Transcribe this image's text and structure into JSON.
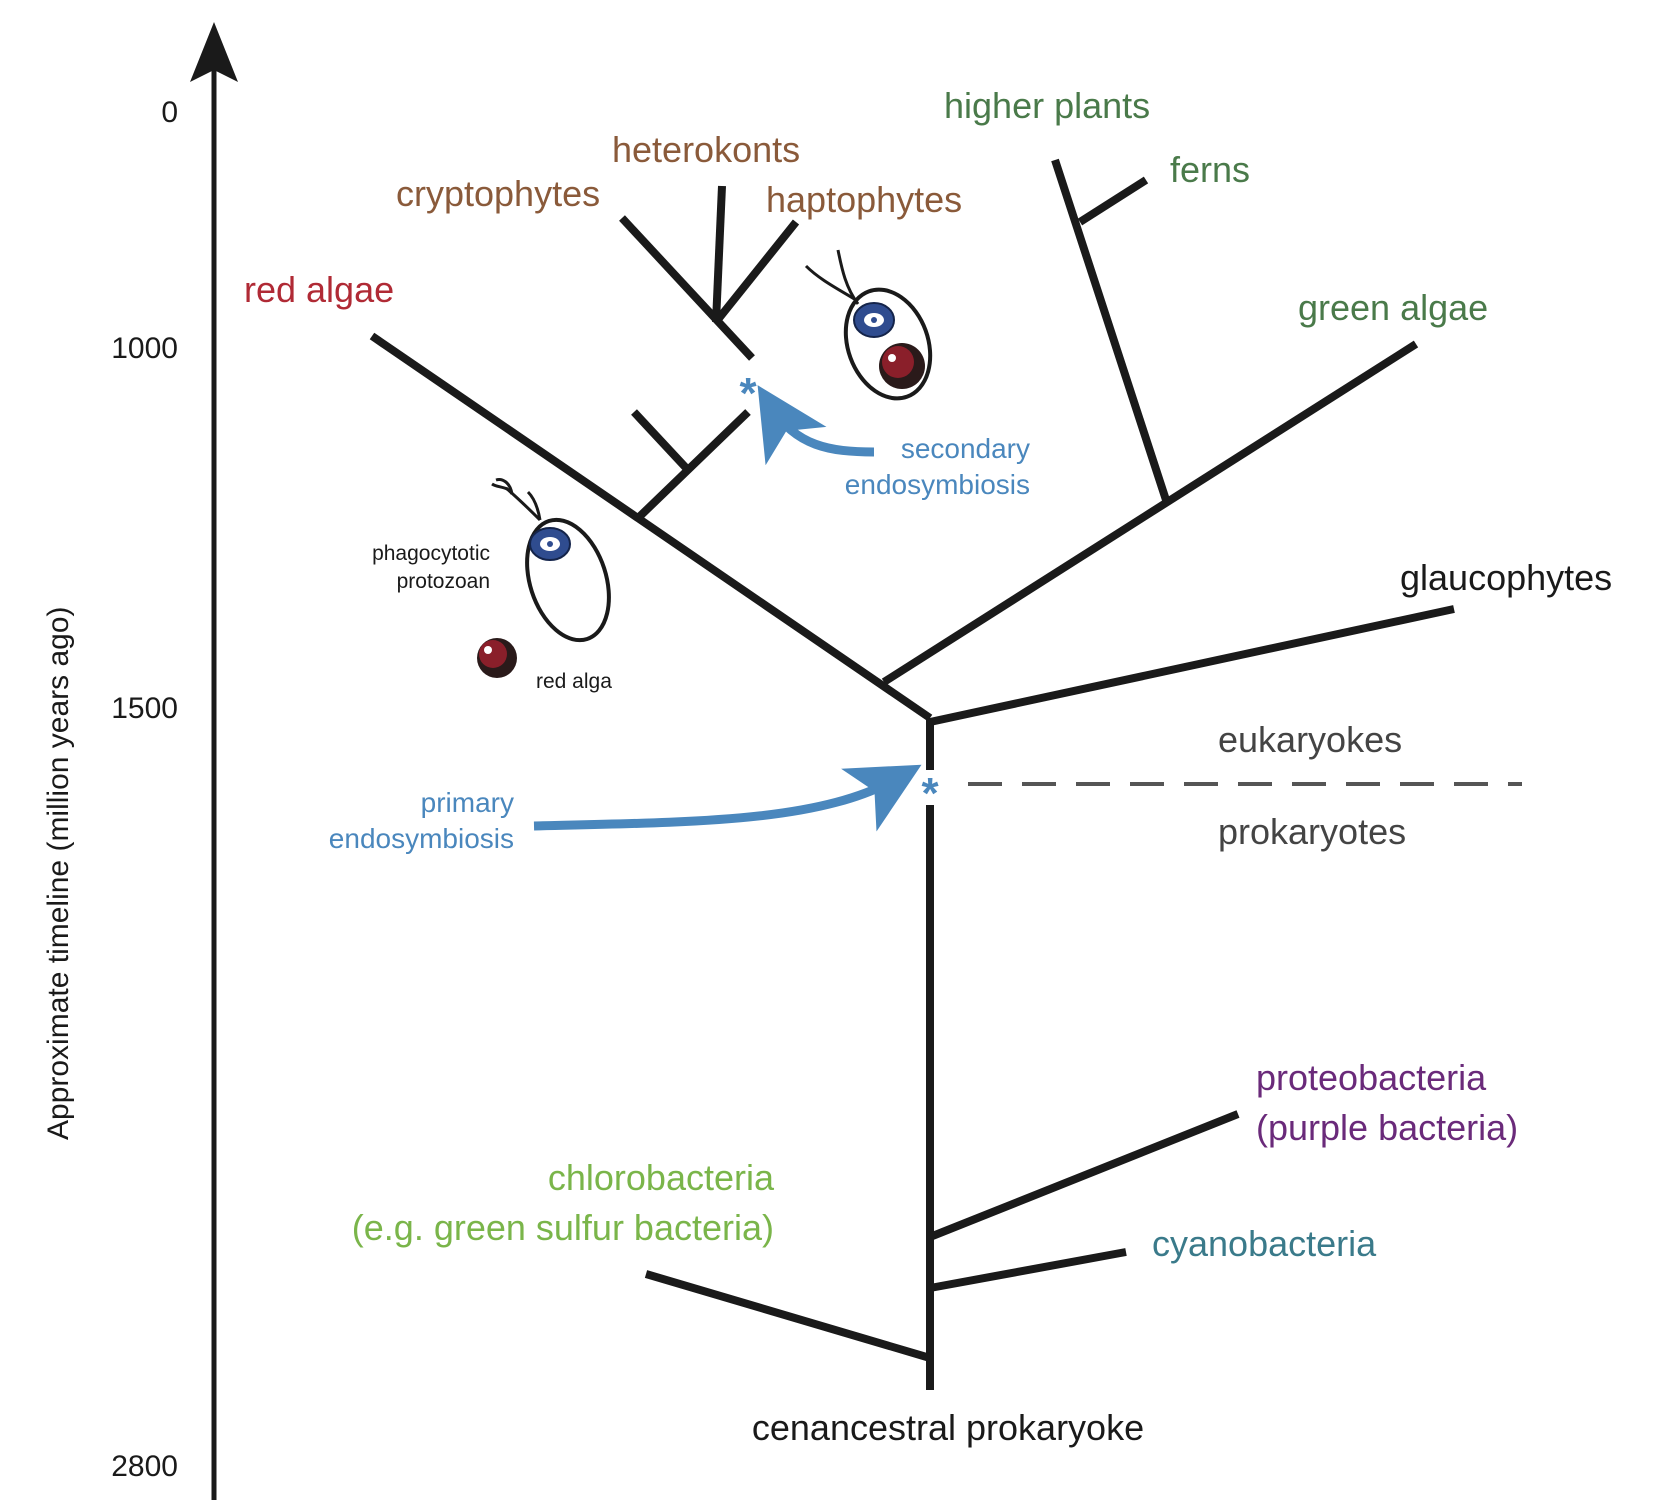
{
  "axis": {
    "label": "Approximate timeline (million years ago)",
    "ticks": [
      "0",
      "1000",
      "1500",
      "2800"
    ]
  },
  "groups": {
    "higher_plants": "higher plants",
    "ferns": "ferns",
    "heterokonts": "heterokonts",
    "cryptophytes": "cryptophytes",
    "haptophytes": "haptophytes",
    "red_algae": "red algae",
    "green_algae": "green algae",
    "glaucophytes": "glaucophytes",
    "eukaryotes": "eukaryokes",
    "prokaryotes": "prokaryotes",
    "proteobacteria_line1": "proteobacteria",
    "proteobacteria_line2": "(purple bacteria)",
    "cyanobacteria": "cyanobacteria",
    "chlorobacteria_line1": "chlorobacteria",
    "chlorobacteria_line2": "(e.g. green sulfur bacteria)",
    "root": "cenancestral prokaryoke"
  },
  "annotations": {
    "secondary_line1": "secondary",
    "secondary_line2": "endosymbiosis",
    "primary_line1": "primary",
    "primary_line2": "endosymbiosis",
    "protozoan_line1": "phagocytotic",
    "protozoan_line2": "protozoan",
    "red_alga": "red alga"
  },
  "colors": {
    "plants_green": "#4a7a4a",
    "heterokont_brown": "#8a5a3a",
    "red": "#b02a35",
    "blue_annotation": "#4a87bd",
    "purple": "#6a2a7a",
    "cyan_teal": "#3a7a8a",
    "light_green": "#7ab54a",
    "dark_text": "#1a1a1a",
    "grey_text": "#444444"
  }
}
